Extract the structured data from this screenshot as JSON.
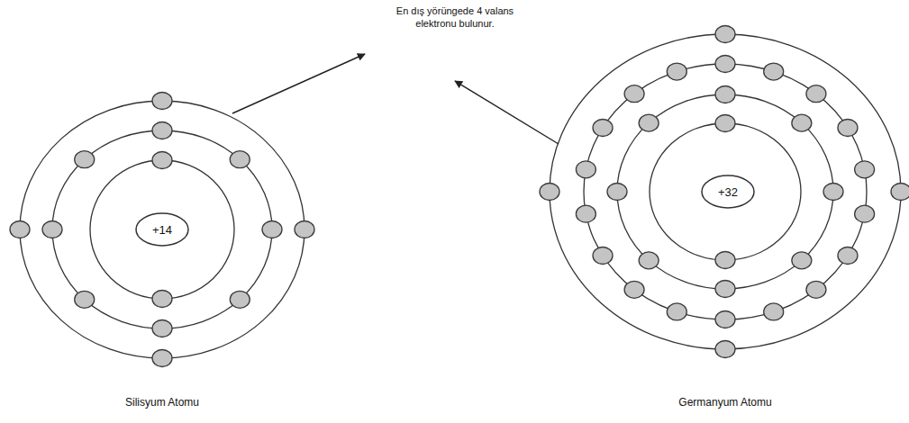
{
  "diagram": {
    "nodes": [
      {
        "text": [
          "+14"
        ]
      },
      {
        "text": [
          "+32"
        ]
      }
    ],
    "labels": [
      "En dış yörüngede 4 valans elektronu bulunur.",
      "Silisyum Atomu",
      "Germanyum Atomu"
    ]
  }
}
